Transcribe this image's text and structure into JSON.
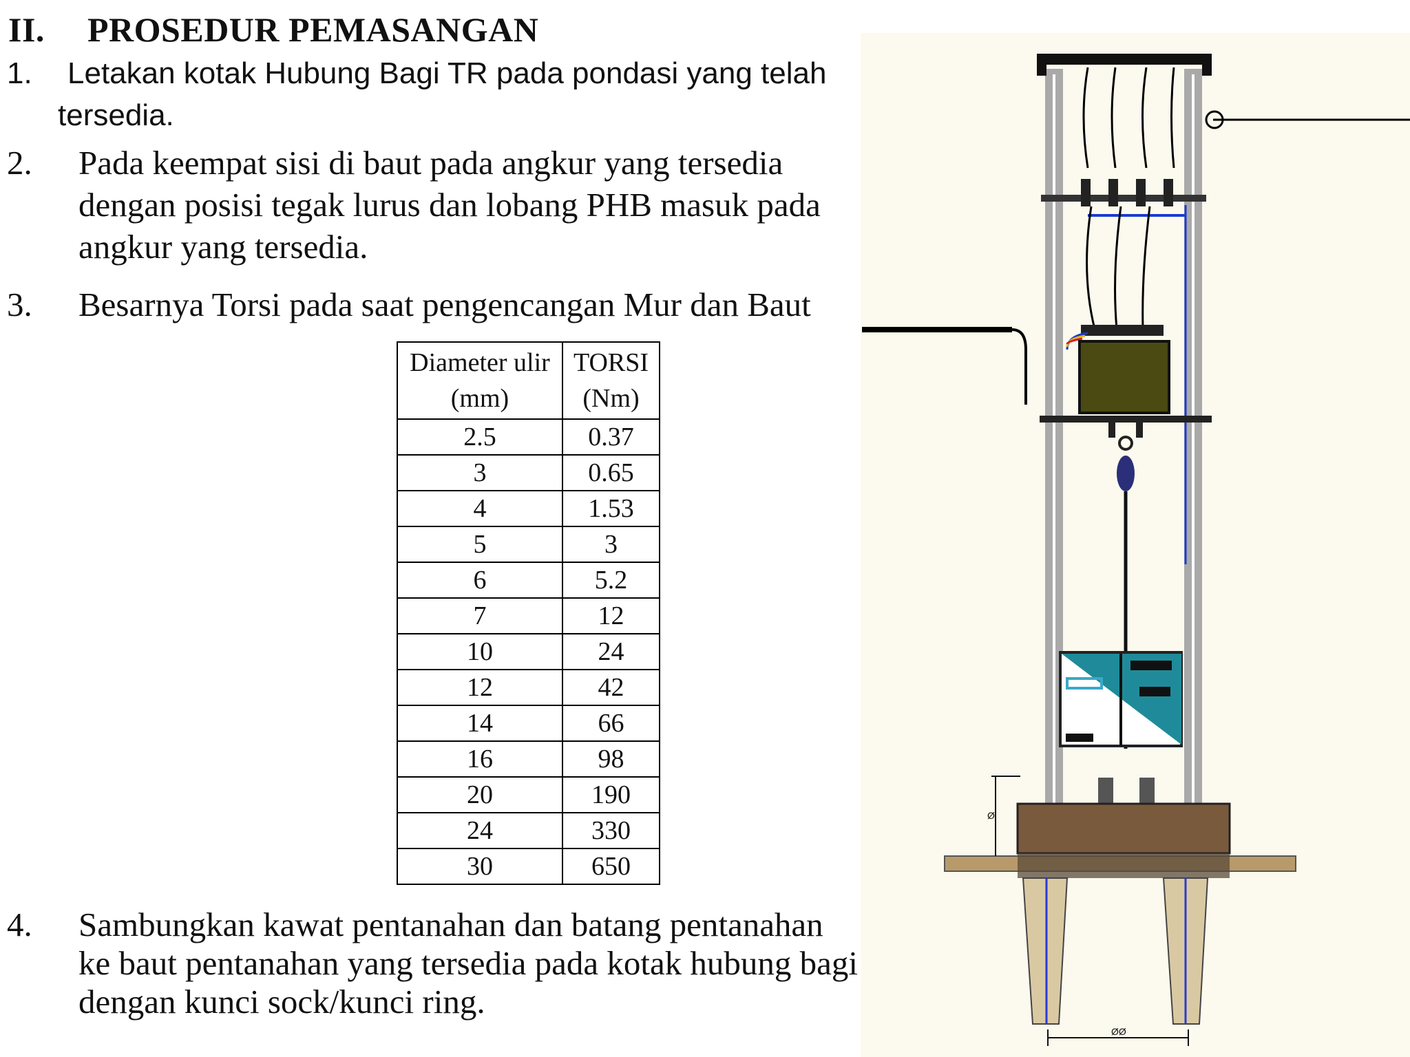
{
  "heading": {
    "number": "II.",
    "title": "PROSEDUR PEMASANGAN"
  },
  "steps": [
    {
      "number": "1.",
      "line1": "Letakan kotak Hubung Bagi TR pada pondasi yang telah",
      "line2": "tersedia."
    },
    {
      "number": "2.",
      "text": "Pada keempat sisi di baut pada angkur yang tersedia dengan posisi tegak lurus dan lobang PHB masuk pada angkur yang tersedia."
    },
    {
      "number": "3.",
      "text": "Besarnya Torsi pada saat pengencangan Mur dan Baut"
    },
    {
      "number": "4.",
      "text": "Sambungkan kawat pentanahan dan batang pentanahan ke baut pentanahan yang tersedia pada kotak hubung bagi dengan kunci sock/kunci ring."
    }
  ],
  "torque_table": {
    "headers": [
      {
        "line1": "Diameter ulir",
        "line2": "(mm)"
      },
      {
        "line1": "TORSI",
        "line2": "(Nm)"
      }
    ],
    "rows": [
      [
        "2.5",
        "0.37"
      ],
      [
        "3",
        "0.65"
      ],
      [
        "4",
        "1.53"
      ],
      [
        "5",
        "3"
      ],
      [
        "6",
        "5.2"
      ],
      [
        "7",
        "12"
      ],
      [
        "10",
        "24"
      ],
      [
        "12",
        "42"
      ],
      [
        "14",
        "66"
      ],
      [
        "16",
        "98"
      ],
      [
        "20",
        "190"
      ],
      [
        "24",
        "330"
      ],
      [
        "30",
        "650"
      ]
    ]
  },
  "drawing": {
    "dim_side": "Ø",
    "dim_bottom": "ØØ"
  }
}
